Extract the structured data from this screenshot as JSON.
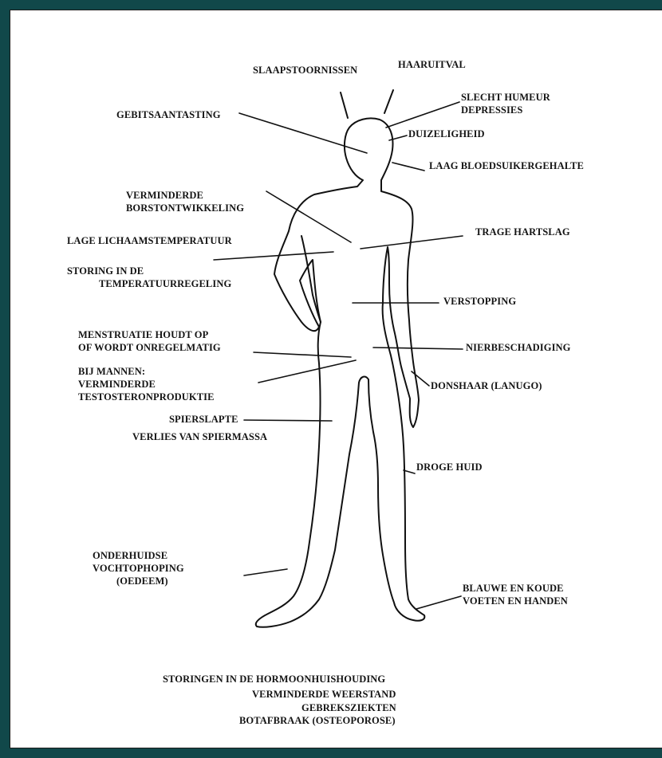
{
  "labels": {
    "slaapstoornissen": "SLAAPSTOORNISSEN",
    "haaruitval": "HAARUITVAL",
    "humeur": [
      "SLECHT HUMEUR",
      "DEPRESSIES"
    ],
    "gebitsaantasting": "GEBITSAANTASTING",
    "duizeligheid": "DUIZELIGHEID",
    "bloedsuiker": "LAAG BLOEDSUIKERGEHALTE",
    "borst": [
      "VERMINDERDE",
      "BORSTONTWIKKELING"
    ],
    "hartslag": "TRAGE HARTSLAG",
    "lichaamstemp": "LAGE LICHAAMSTEMPERATUUR",
    "tempregeling": [
      "STORING IN DE",
      "TEMPERATUURREGELING"
    ],
    "verstopping": "VERSTOPPING",
    "menstruatie": [
      "MENSTRUATIE HOUDT OP",
      "OF WORDT ONREGELMATIG"
    ],
    "nier": "NIERBESCHADIGING",
    "mannen": [
      "BIJ MANNEN:",
      "VERMINDERDE",
      "TESTOSTERONPRODUKTIE"
    ],
    "donshaar": "DONSHAAR (LANUGO)",
    "spierslapte": "SPIERSLAPTE",
    "spiermassa": "VERLIES VAN SPIERMASSA",
    "drogehuid": "DROGE HUID",
    "oedeem": [
      "ONDERHUIDSE",
      "VOCHTOPHOPING",
      "(OEDEEM)"
    ],
    "voeten": [
      "BLAUWE EN KOUDE",
      "VOETEN EN HANDEN"
    ]
  },
  "footer": [
    "STORINGEN IN DE HORMOONHUISHOUDING",
    "VERMINDERDE WEERSTAND",
    "GEBREKSZIEKTEN",
    "BOTAFBRAAK (OSTEOPOROSE)"
  ],
  "colors": {
    "frame": "#11484a",
    "ink": "#141414",
    "paper": "#ffffff"
  }
}
